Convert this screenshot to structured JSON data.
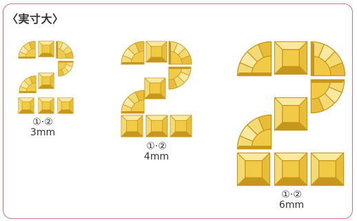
{
  "title": "〈実寸大〉",
  "colors": {
    "border": "#d9707e",
    "gold_top": "#f4da74",
    "gold_side": "#e8bd3a",
    "gold_dark": "#c7961c",
    "gold_light": "#fbe9a2",
    "gold_table": "#f1cb46",
    "text": "#333333"
  },
  "sets": [
    {
      "numbers": "①·②",
      "size": "3mm"
    },
    {
      "numbers": "①·②",
      "size": "4mm"
    },
    {
      "numbers": "①·②",
      "size": "6mm"
    }
  ]
}
